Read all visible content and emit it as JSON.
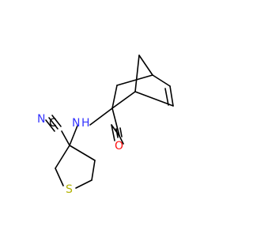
{
  "molecule": {
    "atoms": {
      "N_nitrile": "N",
      "C_nitrile": "C",
      "N_amide": "N",
      "H_amide": "H",
      "O_carbonyl": "O",
      "S_ring": "S"
    },
    "colors": {
      "bond": "#000000",
      "nitrogen": "#3333ff",
      "oxygen": "#ff0d0d",
      "sulfur": "#b2b200",
      "carbon": "#000000"
    }
  }
}
